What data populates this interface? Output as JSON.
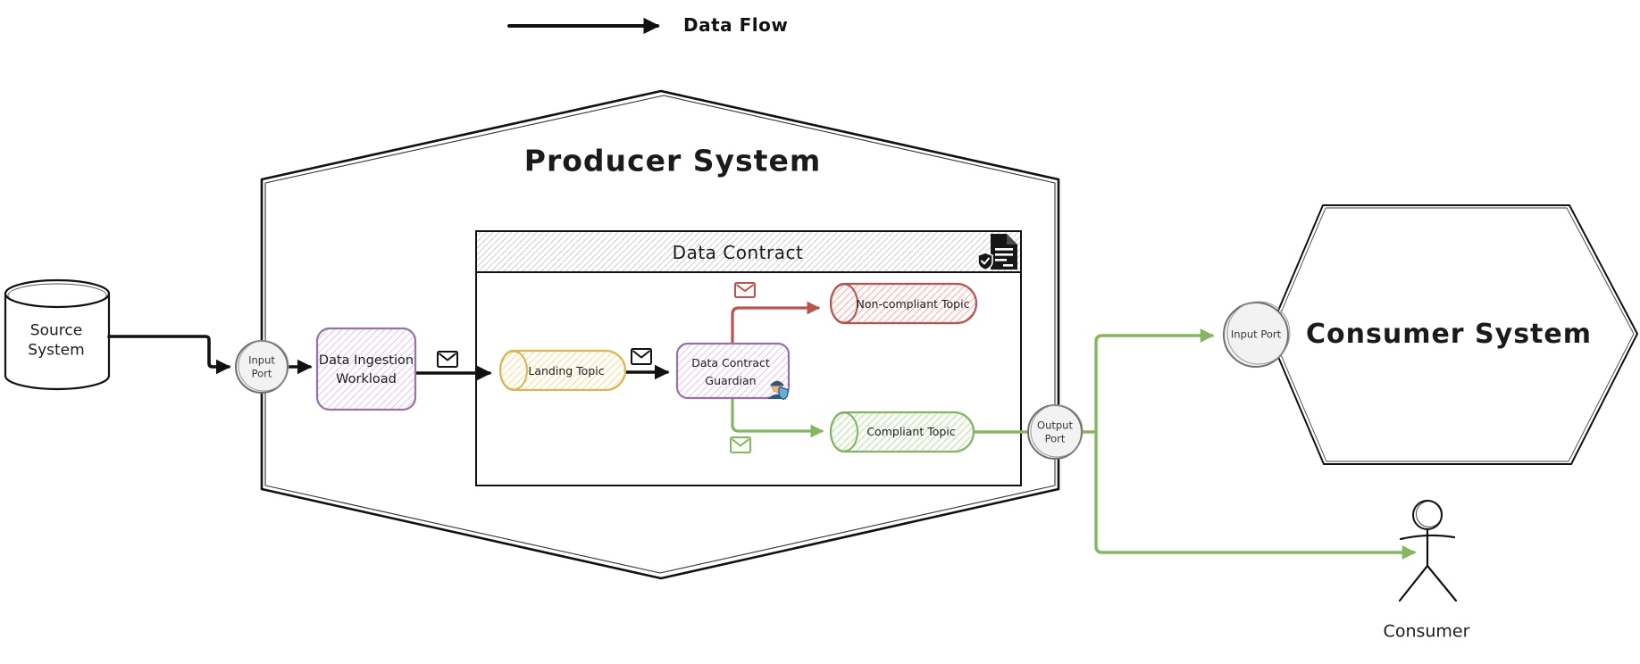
{
  "legend": {
    "data_flow": "Data Flow"
  },
  "source_system": {
    "line1": "Source",
    "line2": "System"
  },
  "producer_system": {
    "title": "Producer System",
    "input_port": {
      "line1": "Input",
      "line2": "Port"
    },
    "output_port": {
      "line1": "Output",
      "line2": "Port"
    },
    "data_ingestion_workload": {
      "line1": "Data Ingestion",
      "line2": "Workload"
    },
    "data_contract": {
      "title": "Data Contract",
      "landing_topic": "Landing Topic",
      "guardian": {
        "line1": "Data Contract",
        "line2": "Guardian"
      },
      "non_compliant_topic": "Non-compliant Topic",
      "compliant_topic": "Compliant Topic"
    }
  },
  "consumer_system": {
    "title": "Consumer System",
    "input_port": "Input Port"
  },
  "consumer": {
    "label": "Consumer"
  },
  "colors": {
    "black": "#1a1a1a",
    "purple": "#9673a6",
    "gold": "#d6b656",
    "red": "#b85450",
    "green": "#82b366",
    "port_fill": "#f2f2f2"
  },
  "icons": {
    "envelope-icon": "✉",
    "document-shield-icon": "🗎",
    "guardian-icon": "👮",
    "consumer-icon": "stick-figure"
  }
}
